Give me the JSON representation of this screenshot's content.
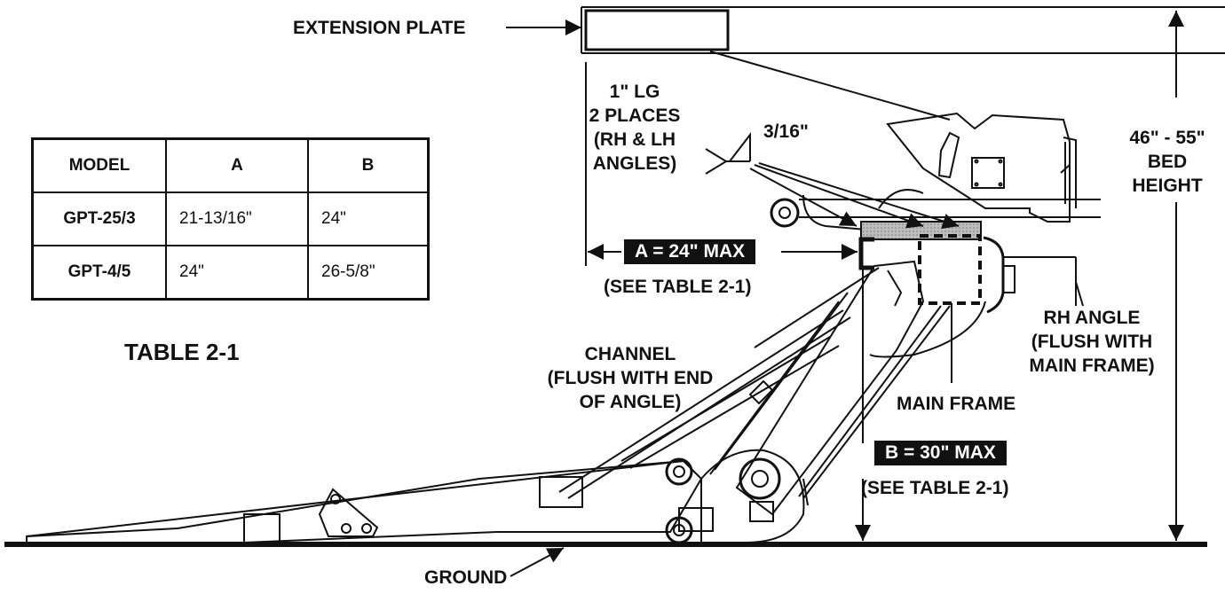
{
  "labels": {
    "extension_plate": "EXTENSION PLATE",
    "weld_lines": [
      "1\" LG",
      "2 PLACES",
      "(RH & LH",
      "ANGLES)"
    ],
    "weld_size": "3/16\"",
    "bed_height_lines": [
      "46\" - 55\"",
      "BED",
      "HEIGHT"
    ],
    "dim_a": "A = 24\" MAX",
    "see_table_a": "(SEE TABLE 2-1)",
    "rh_angle_lines": [
      "RH ANGLE",
      "(FLUSH WITH",
      "MAIN FRAME)"
    ],
    "channel_lines": [
      "CHANNEL",
      "(FLUSH WITH END",
      "OF ANGLE)"
    ],
    "main_frame": "MAIN FRAME",
    "dim_b": "B = 30\" MAX",
    "see_table_b": "(SEE TABLE 2-1)",
    "ground": "GROUND"
  },
  "table": {
    "title": "TABLE 2-1",
    "headers": [
      "MODEL",
      "A",
      "B"
    ],
    "rows": [
      [
        "GPT-25/3",
        "21-13/16\"",
        "24\""
      ],
      [
        "GPT-4/5",
        "24\"",
        "26-5/8\""
      ]
    ]
  },
  "colors": {
    "ink": "#111111",
    "hatch": "#9a9a9a",
    "paper": "#ffffff"
  }
}
